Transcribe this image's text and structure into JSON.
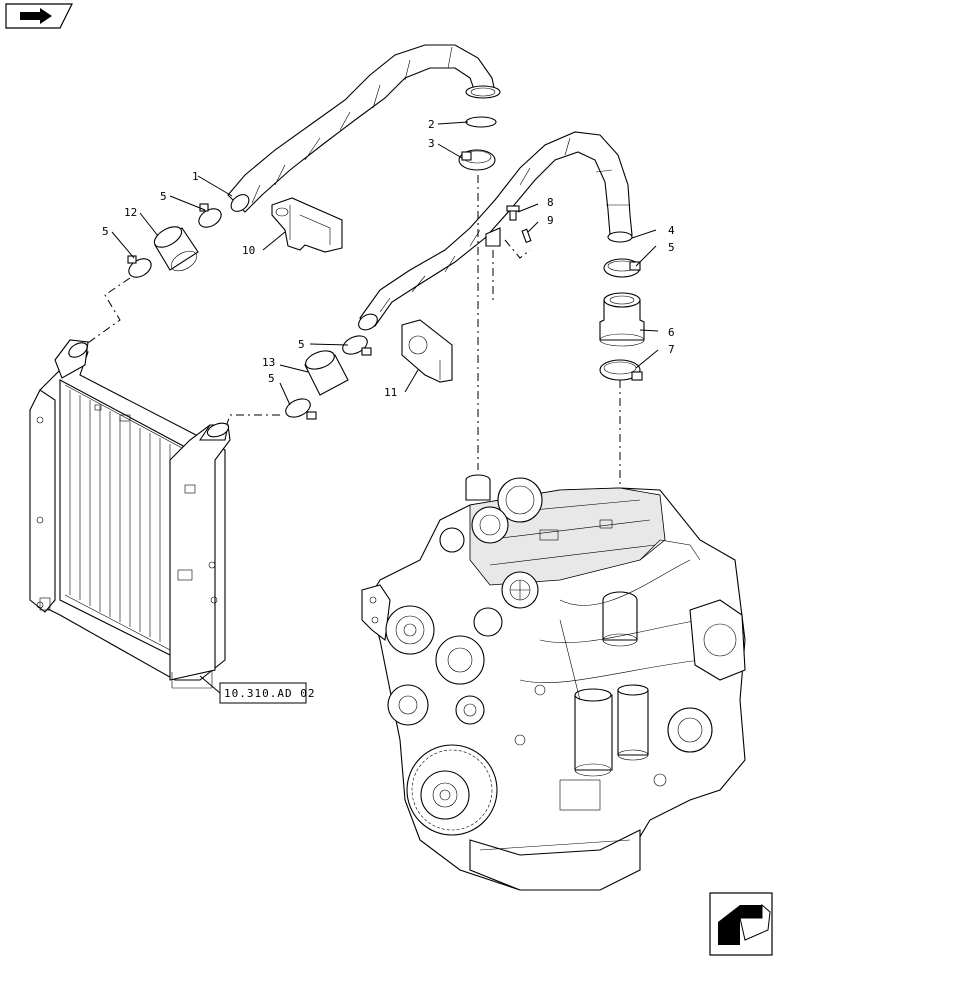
{
  "callouts": [
    {
      "id": "1",
      "text": "1"
    },
    {
      "id": "2",
      "text": "2"
    },
    {
      "id": "3",
      "text": "3"
    },
    {
      "id": "4",
      "text": "4"
    },
    {
      "id": "5a",
      "text": "5"
    },
    {
      "id": "5b",
      "text": "5"
    },
    {
      "id": "5c",
      "text": "5"
    },
    {
      "id": "5d",
      "text": "5"
    },
    {
      "id": "5e",
      "text": "5"
    },
    {
      "id": "6",
      "text": "6"
    },
    {
      "id": "7",
      "text": "7"
    },
    {
      "id": "8",
      "text": "8"
    },
    {
      "id": "9",
      "text": "9"
    },
    {
      "id": "10",
      "text": "10"
    },
    {
      "id": "11",
      "text": "11"
    },
    {
      "id": "12",
      "text": "12"
    },
    {
      "id": "13",
      "text": "13"
    }
  ],
  "reference_link": {
    "text": "10.310.AD 02"
  },
  "icons": {
    "top_left": "return-arrow-icon",
    "bottom_right": "next-page-arrow-icon"
  }
}
